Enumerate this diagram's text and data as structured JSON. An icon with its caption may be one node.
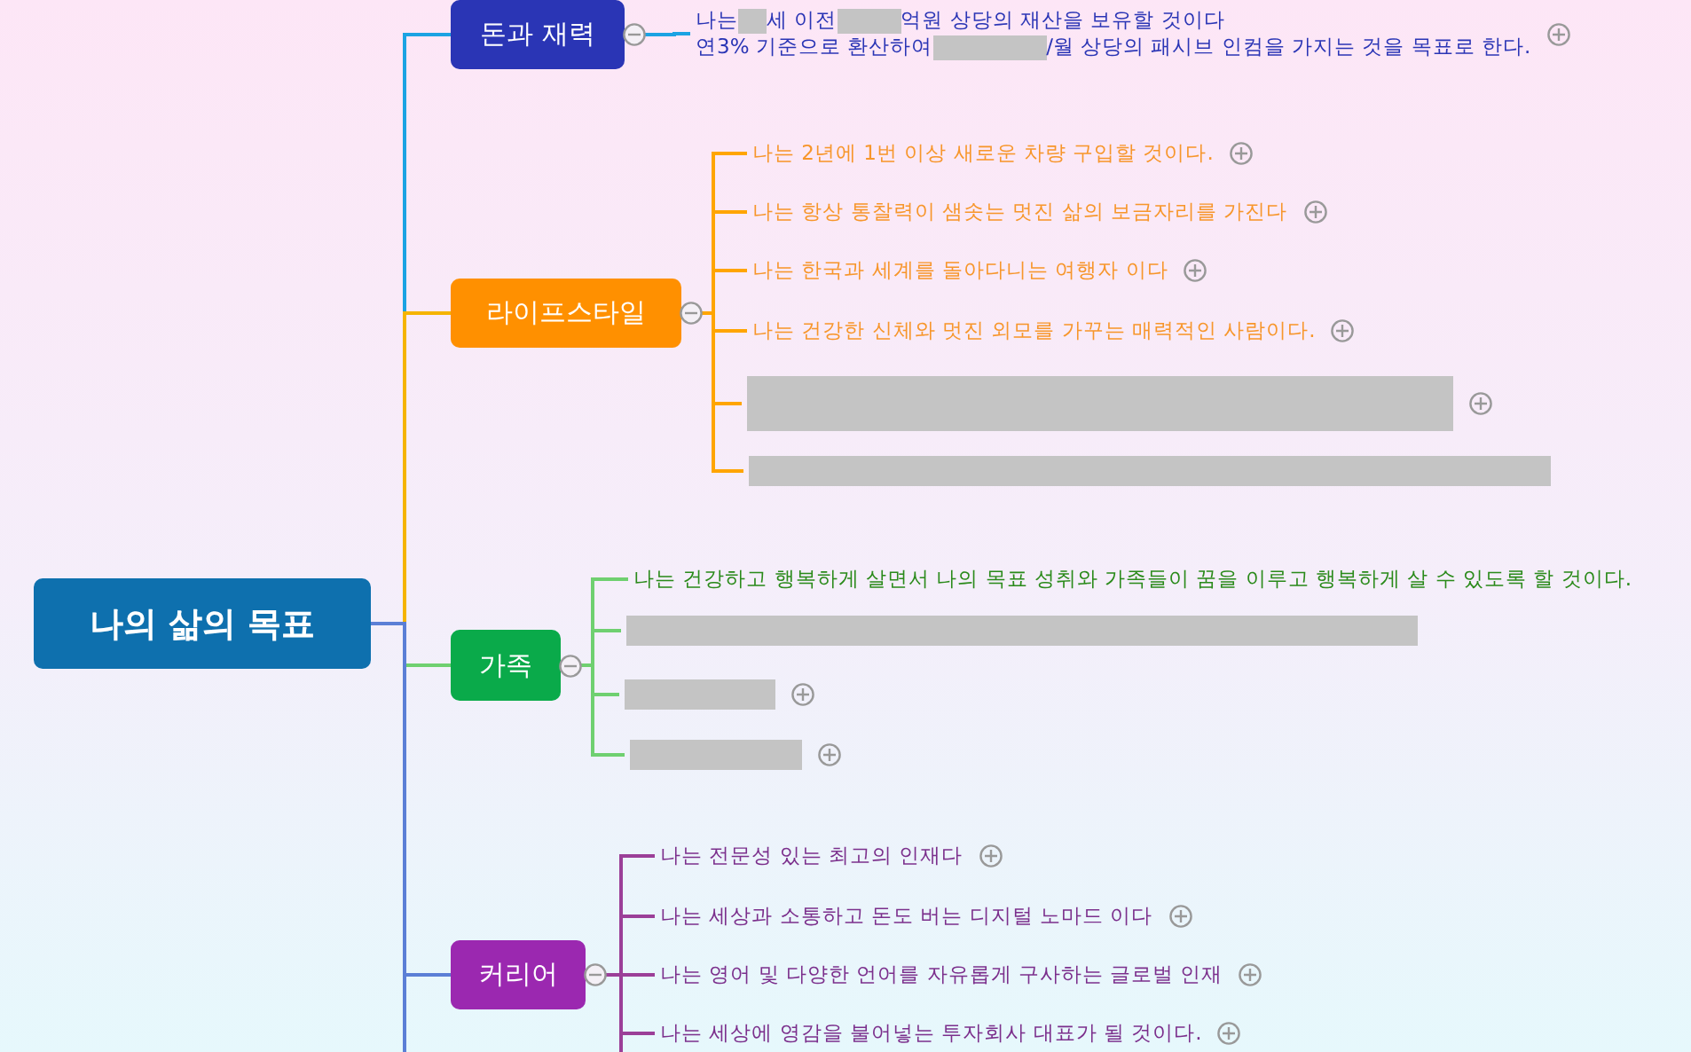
{
  "diagram": {
    "nodes": [
      {
        "text": [
          "나의 삶의 목표"
        ]
      },
      {
        "text": [
          "돈과 재력"
        ]
      },
      {
        "text": [
          "나는",
          "세 이전",
          "억원 상당의 재산을 보유할 것이다",
          "연3% 기준으로 환산하여",
          "/월 상당의 패시브 인컴을 가지는 것을 목표로 한다."
        ]
      },
      {
        "text": [
          "라이프스타일"
        ]
      },
      {
        "text": [
          "나는 2년에 1번 이상 새로운 차량 구입할 것이다."
        ]
      },
      {
        "text": [
          "나는 항상 통찰력이 샘솟는 멋진 삶의 보금자리를 가진다"
        ]
      },
      {
        "text": [
          "나는 한국과 세계를 돌아다니는 여행자 이다"
        ]
      },
      {
        "text": [
          "나는 건강한 신체와  멋진 외모를 가꾸는 매력적인 사람이다."
        ]
      },
      {
        "text": [],
        "shape": "bar"
      },
      {
        "text": [],
        "shape": "bar"
      },
      {
        "text": [
          "가족"
        ]
      },
      {
        "text": [
          "나는 건강하고 행복하게 살면서 나의 목표 성취와 가족들이 꿈을 이루고 행복하게 살 수  있도록 할 것이다."
        ]
      },
      {
        "text": [],
        "shape": "bar"
      },
      {
        "text": [],
        "shape": "bar"
      },
      {
        "text": [],
        "shape": "bar"
      },
      {
        "text": [
          "커리어"
        ]
      },
      {
        "text": [
          "나는 전문성 있는 최고의 인재다"
        ]
      },
      {
        "text": [
          "나는 세상과 소통하고 돈도 버는 디지털 노마드 이다"
        ]
      },
      {
        "text": [
          "나는 영어 및 다양한 언어를 자유롭게 구사하는 글로벌 인재"
        ]
      },
      {
        "text": [
          "나는 세상에 영감을 불어넣는 투자회사 대표가 될 것이다."
        ]
      }
    ],
    "edges": [
      {
        "from": 0,
        "to": 1,
        "arrow": "none",
        "color": "#1ba3e3"
      },
      {
        "from": 1,
        "to": 2,
        "arrow": "none",
        "color": "#1ba3e3"
      },
      {
        "from": 0,
        "to": 3,
        "arrow": "none",
        "color": "#f5b400"
      },
      {
        "from": 3,
        "to": 4,
        "arrow": "none",
        "color": "#ffa500"
      },
      {
        "from": 3,
        "to": 5,
        "arrow": "none",
        "color": "#ffa500"
      },
      {
        "from": 3,
        "to": 6,
        "arrow": "none",
        "color": "#ffa500"
      },
      {
        "from": 3,
        "to": 7,
        "arrow": "none",
        "color": "#ffa500"
      },
      {
        "from": 3,
        "to": 8,
        "arrow": "none",
        "color": "#ffa500"
      },
      {
        "from": 3,
        "to": 9,
        "arrow": "none",
        "color": "#ffa500"
      },
      {
        "from": 0,
        "to": 10,
        "arrow": "none",
        "color": "#6fd070"
      },
      {
        "from": 10,
        "to": 11,
        "arrow": "none",
        "color": "#6fd070"
      },
      {
        "from": 10,
        "to": 12,
        "arrow": "none",
        "color": "#6fd070"
      },
      {
        "from": 10,
        "to": 13,
        "arrow": "none",
        "color": "#6fd070"
      },
      {
        "from": 10,
        "to": 14,
        "arrow": "none",
        "color": "#6fd070"
      },
      {
        "from": 0,
        "to": 15,
        "arrow": "none",
        "color": "#5b7fd6"
      },
      {
        "from": 15,
        "to": 16,
        "arrow": "none",
        "color": "#9b3f98"
      },
      {
        "from": 15,
        "to": 17,
        "arrow": "none",
        "color": "#9b3f98"
      },
      {
        "from": 15,
        "to": 18,
        "arrow": "none",
        "color": "#9b3f98"
      },
      {
        "from": 15,
        "to": 19,
        "arrow": "none",
        "color": "#9b3f98"
      }
    ]
  }
}
